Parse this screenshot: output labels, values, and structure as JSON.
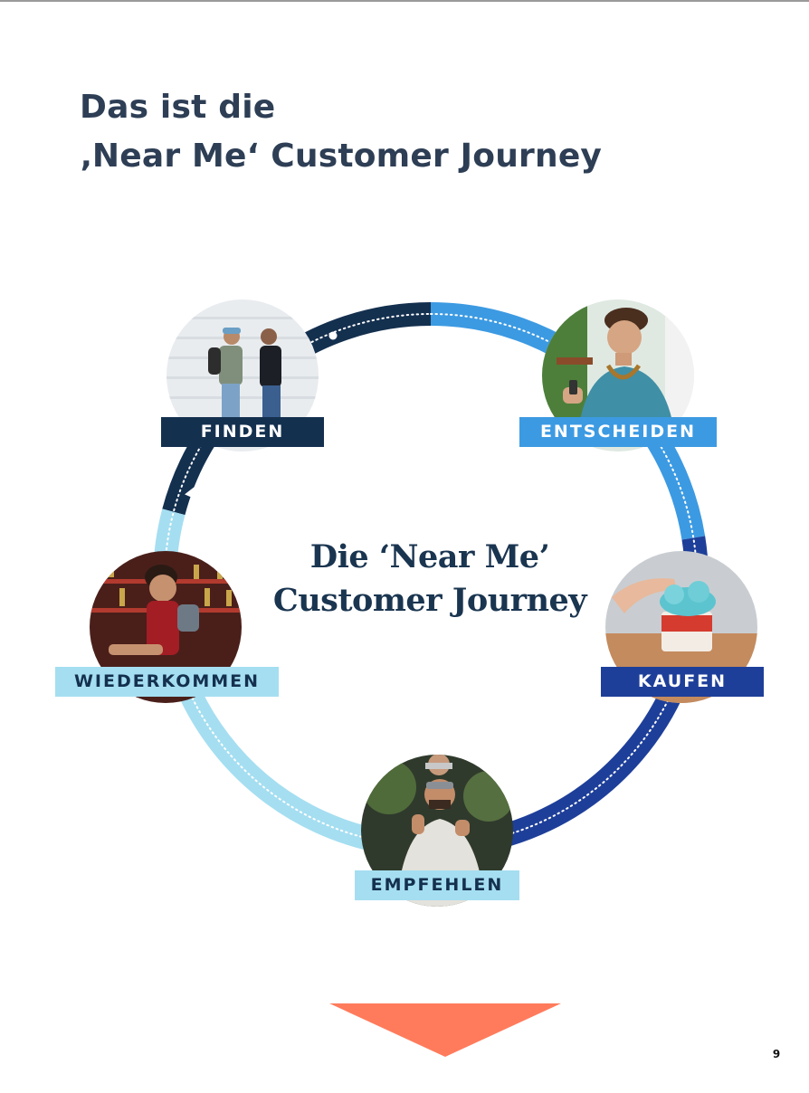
{
  "page": {
    "title_line1": "Das ist die",
    "title_line2": "‚Near Me‘ Customer Journey",
    "page_number": "9"
  },
  "diagram": {
    "center_line1": "Die ‘Near Me’",
    "center_line2": "Customer Journey",
    "stages": {
      "finden": "FINDEN",
      "entscheiden": "ENTSCHEIDEN",
      "kaufen": "KAUFEN",
      "empfehlen": "EMPFEHLEN",
      "wiederkommen": "WIEDERKOMMEN"
    },
    "colors": {
      "finden": "#14304f",
      "entscheiden": "#3c9ae2",
      "kaufen": "#1e3f99",
      "empfehlen": "#a5def1",
      "wiederkommen": "#a5def1",
      "arrow": "#ff7b5c"
    },
    "photos": {
      "finden": "two-men-looking-at-phones-photo",
      "entscheiden": "smiling-woman-with-phone-photo",
      "kaufen": "ice-cream-cup-photo",
      "empfehlen": "man-thumbs-up-with-child-photo",
      "wiederkommen": "bartender-smiling-photo"
    }
  }
}
